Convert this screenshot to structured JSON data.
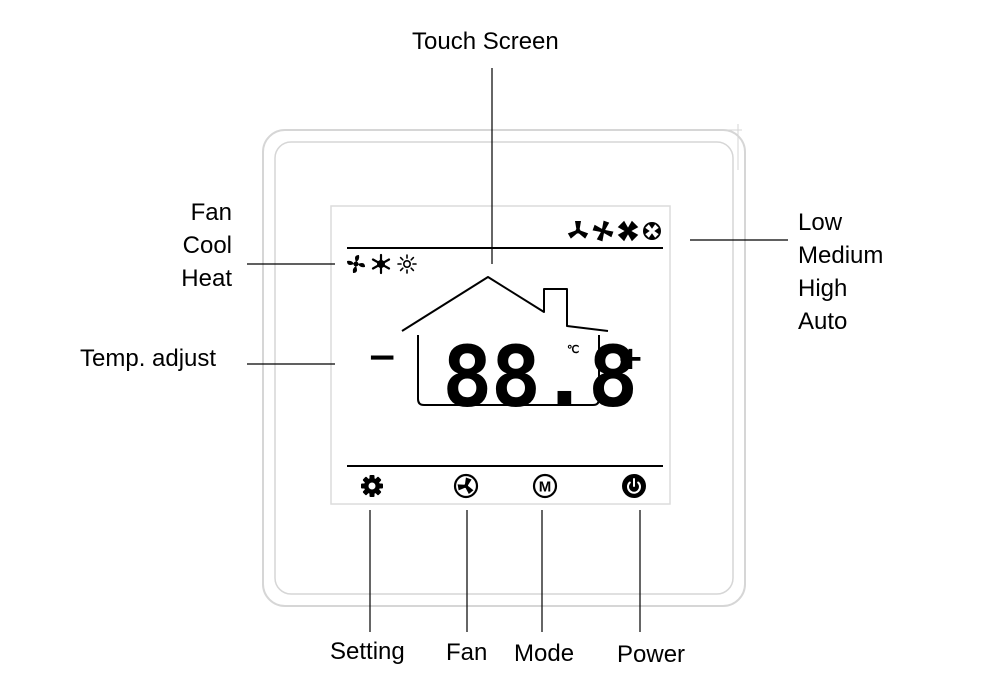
{
  "callouts": {
    "top": "Touch Screen",
    "left_modes": [
      "Fan",
      "Cool",
      "Heat"
    ],
    "left_temp": "Temp. adjust",
    "right_speeds": [
      "Low",
      "Medium",
      "High",
      "Auto"
    ],
    "bottom": [
      "Setting",
      "Fan",
      "Mode",
      "Power"
    ]
  },
  "display": {
    "temperature": "88.8",
    "unit": "℃",
    "minus": "−",
    "plus": "+"
  },
  "icons": {
    "mode_icons": [
      "fan-mode-icon",
      "cool-snowflake-icon",
      "heat-sun-icon"
    ],
    "speed_icons": [
      "fan-low-icon",
      "fan-medium-icon",
      "fan-high-icon",
      "fan-auto-icon"
    ],
    "bottom_buttons": [
      "gear-icon",
      "fan-icon",
      "mode-m-icon",
      "power-icon"
    ]
  },
  "colors": {
    "line": "#000000",
    "frame": "#d6d6d6"
  }
}
